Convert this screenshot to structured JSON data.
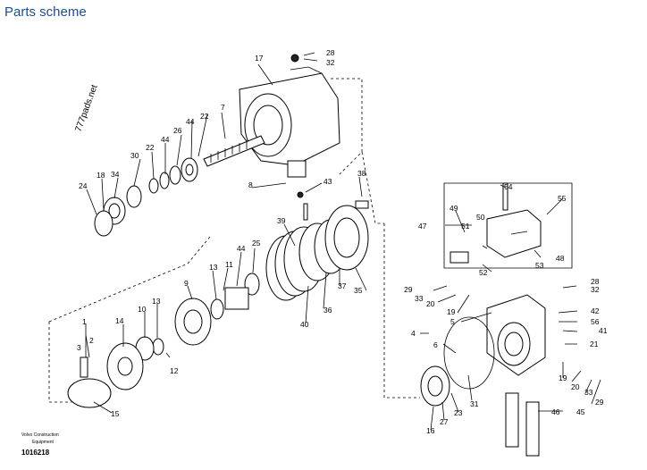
{
  "page": {
    "title": "Parts scheme"
  },
  "diagram": {
    "side_label": "777pads.net",
    "stamp": {
      "line1": "Volvo Construction",
      "line2": "Equipment",
      "code": "1016218"
    },
    "callouts": {
      "c1": "1",
      "c2": "2",
      "c3": "3",
      "c4": "4",
      "c5": "5",
      "c6": "6",
      "c7": "7",
      "c8": "8",
      "c9": "9",
      "c10": "10",
      "c11": "11",
      "c12": "12",
      "c13a": "13",
      "c13b": "13",
      "c14": "14",
      "c15": "15",
      "c16": "16",
      "c17": "17",
      "c18": "18",
      "c19a": "19",
      "c19b": "19",
      "c20a": "20",
      "c20b": "20",
      "c21": "21",
      "c22a": "22",
      "c22b": "22",
      "c23": "23",
      "c24": "24",
      "c25": "25",
      "c26": "26",
      "c27": "27",
      "c28a": "28",
      "c28b": "28",
      "c29a": "29",
      "c29b": "29",
      "c30": "30",
      "c31": "31",
      "c32a": "32",
      "c32b": "32",
      "c33a": "33",
      "c33b": "33",
      "c34": "34",
      "c35": "35",
      "c36": "36",
      "c37": "37",
      "c38": "38",
      "c39": "39",
      "c40": "40",
      "c41": "41",
      "c42": "42",
      "c43": "43",
      "c44a": "44",
      "c44b": "44",
      "c44c": "44",
      "c45": "45",
      "c46": "46",
      "c47": "47",
      "c48": "48",
      "c49": "49",
      "c50": "50",
      "c51": "51",
      "c52": "52",
      "c53": "53",
      "c54": "54",
      "c55": "55",
      "c56": "56"
    }
  }
}
